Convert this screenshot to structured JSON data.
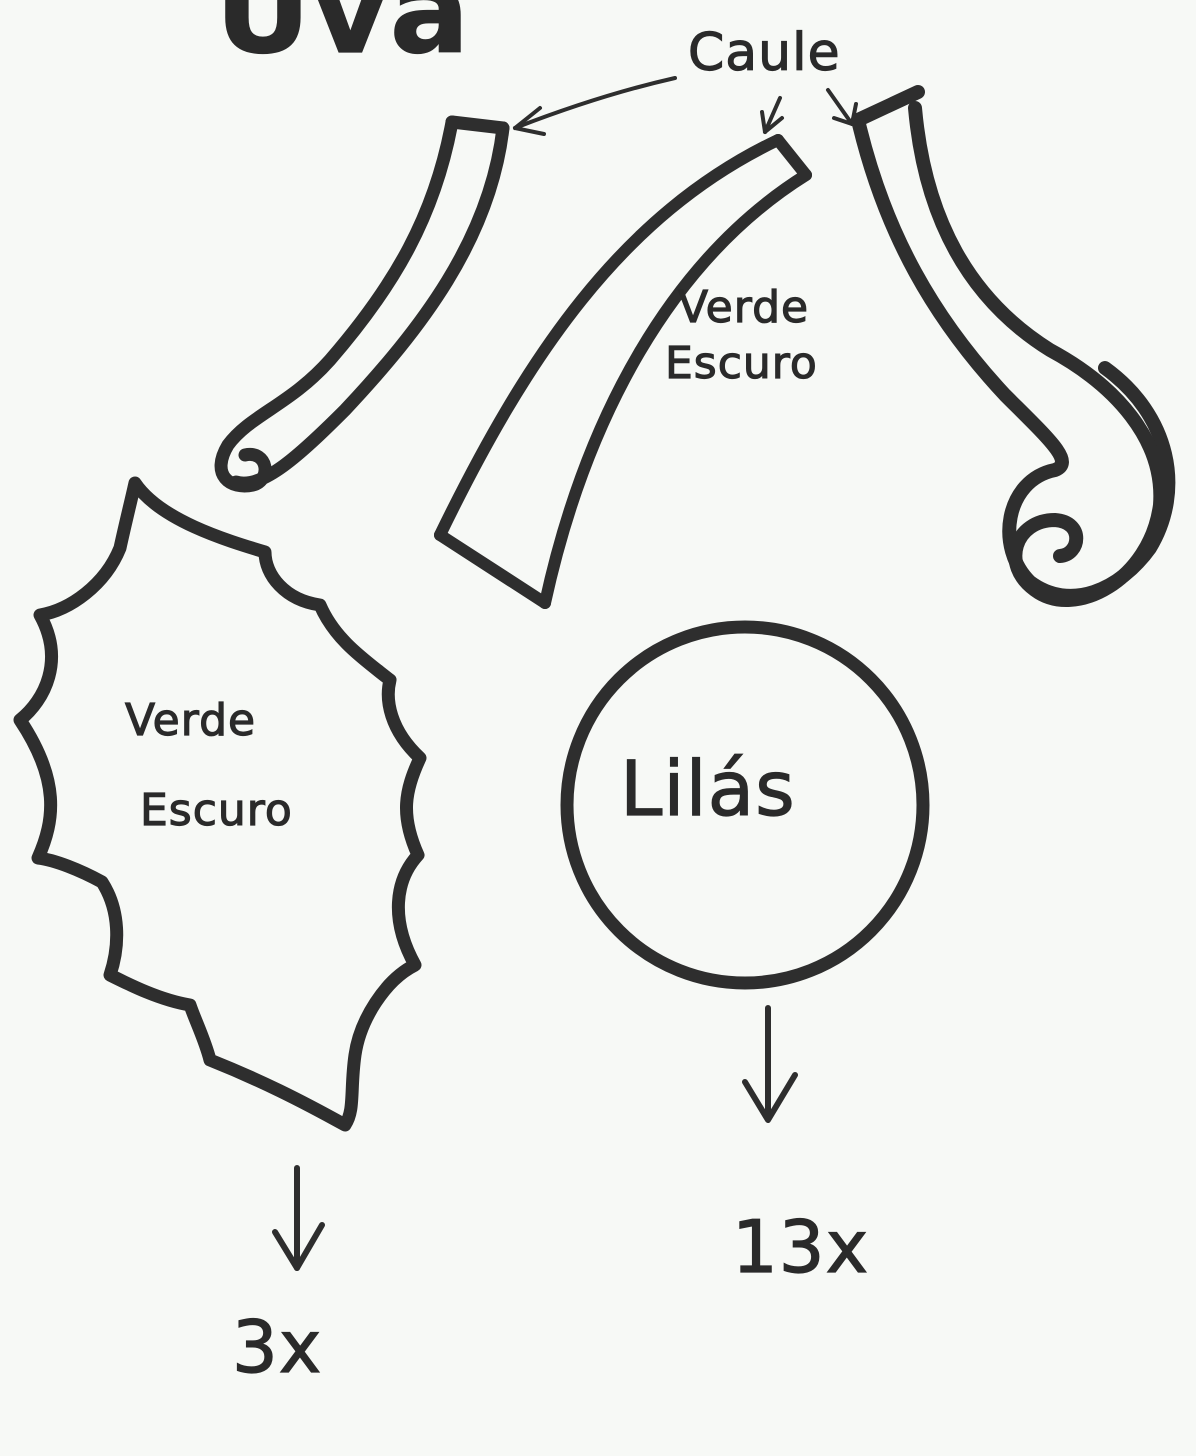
{
  "title": "Uva",
  "labels": {
    "stem": "Caule",
    "stem_color": "Verde Escuro",
    "leaf_color": "Verde Escuro",
    "grape_color": "Lilás",
    "leaf_count": "3x",
    "grape_count": "13x"
  },
  "colors": {
    "paper": "#f7f9f6",
    "ink": "#2e2e2e"
  }
}
